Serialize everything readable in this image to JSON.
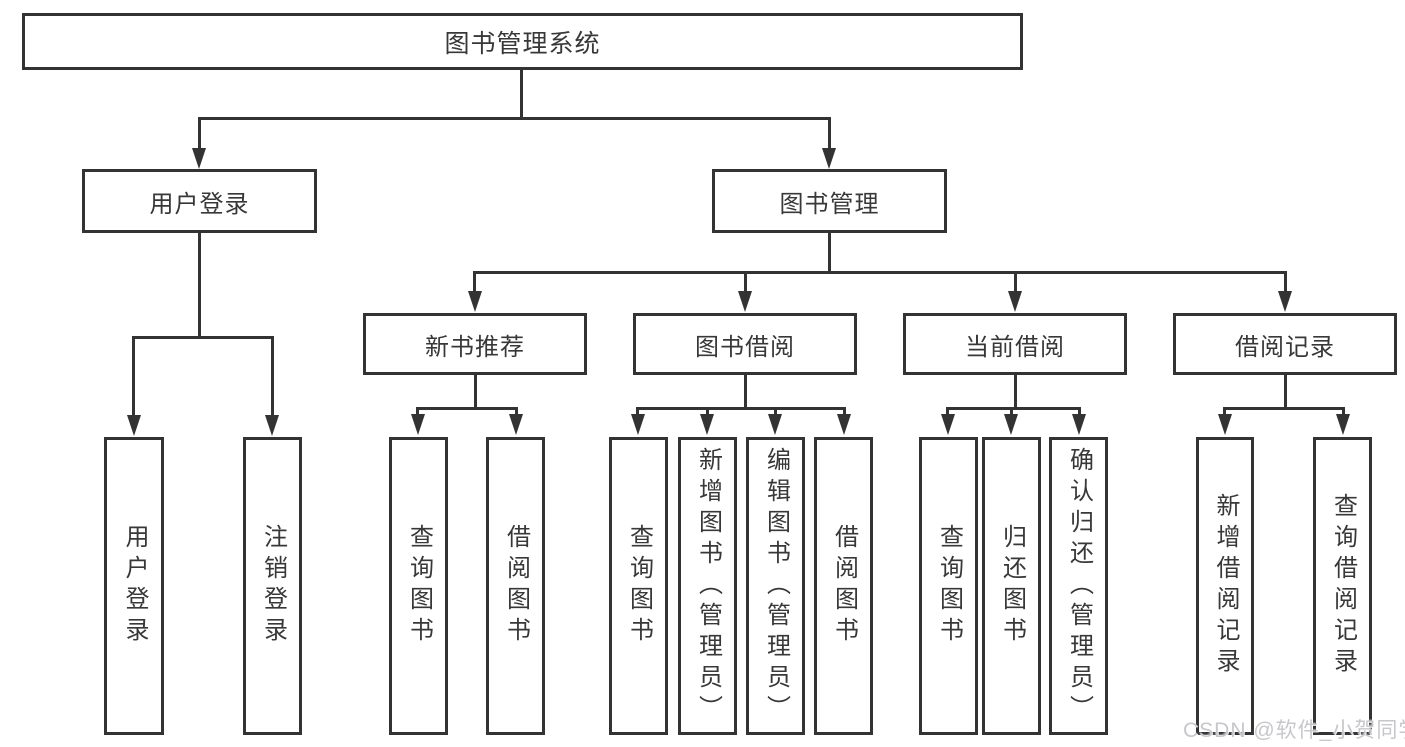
{
  "diagram": {
    "colors": {
      "line": "#333333",
      "background": "#ffffff",
      "watermark": "#c7c7cc"
    },
    "root": {
      "label": "图书管理系统"
    },
    "level2": [
      {
        "label": "用户登录"
      },
      {
        "label": "图书管理"
      }
    ],
    "level3": [
      {
        "label": "新书推荐"
      },
      {
        "label": "图书借阅"
      },
      {
        "label": "当前借阅"
      },
      {
        "label": "借阅记录"
      }
    ],
    "leaves": [
      {
        "label": "用户登录"
      },
      {
        "label": "注销登录"
      },
      {
        "label": "查询图书"
      },
      {
        "label": "借阅图书"
      },
      {
        "label": "查询图书"
      },
      {
        "label": "新增图书（管理员）"
      },
      {
        "label": "编辑图书（管理员）"
      },
      {
        "label": "借阅图书"
      },
      {
        "label": "查询图书"
      },
      {
        "label": "归还图书"
      },
      {
        "label": "确认归还（管理员）"
      },
      {
        "label": "新增借阅记录"
      },
      {
        "label": "查询借阅记录"
      }
    ],
    "watermark": "CSDN @软件_小贺同学"
  }
}
